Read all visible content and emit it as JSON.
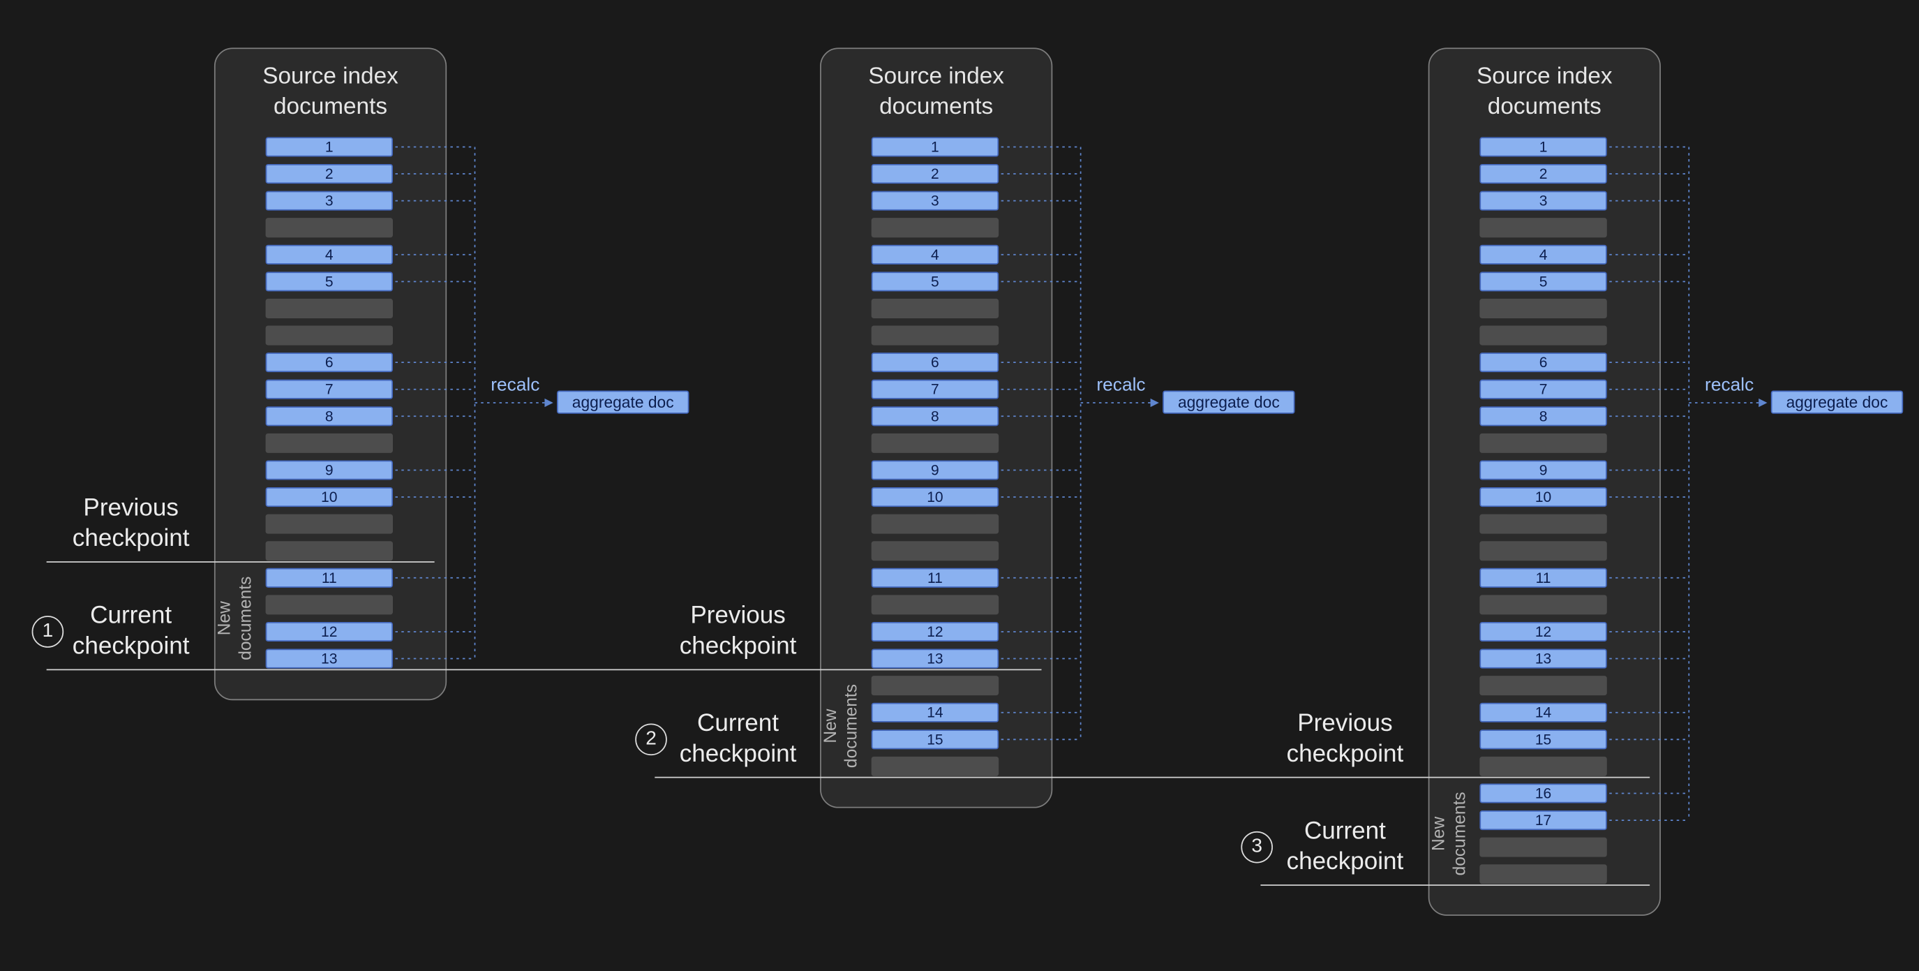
{
  "colors": {
    "background": "#1a1a1a",
    "panel_fill": "#2b2b2b",
    "panel_border": "#7d7d7d",
    "doc_fill": "#8ab1f0",
    "doc_border": "#4468bd",
    "doc_text": "#0c1e4e",
    "gap_fill": "#4d4d4d",
    "title_text": "#e6e6e6",
    "muted_text": "#b3b3b3",
    "label_text": "#ececec",
    "checkpoint_line": "#d2d2d2",
    "connector_color": "#5f86cf",
    "recalc_text": "#9dc0f9"
  },
  "panels": [
    {
      "title": "Source index documents",
      "new_documents_label": "New documents",
      "recalc_label": "recalc",
      "aggregate_label": "aggregate doc",
      "rows": [
        "1",
        "2",
        "3",
        null,
        "4",
        "5",
        null,
        null,
        "6",
        "7",
        "8",
        null,
        "9",
        "10",
        null,
        null,
        "11",
        null,
        "12",
        "13"
      ],
      "new_docs_start": 16
    },
    {
      "title": "Source index documents",
      "new_documents_label": "New documents",
      "recalc_label": "recalc",
      "aggregate_label": "aggregate doc",
      "rows": [
        "1",
        "2",
        "3",
        null,
        "4",
        "5",
        null,
        null,
        "6",
        "7",
        "8",
        null,
        "9",
        "10",
        null,
        null,
        "11",
        null,
        "12",
        "13",
        null,
        "14",
        "15",
        null
      ],
      "new_docs_start": 20
    },
    {
      "title": "Source index documents",
      "new_documents_label": "New documents",
      "recalc_label": "recalc",
      "aggregate_label": "aggregate doc",
      "rows": [
        "1",
        "2",
        "3",
        null,
        "4",
        "5",
        null,
        null,
        "6",
        "7",
        "8",
        null,
        "9",
        "10",
        null,
        null,
        "11",
        null,
        "12",
        "13",
        null,
        "14",
        "15",
        null,
        "16",
        "17",
        null,
        null
      ],
      "new_docs_start": 24
    }
  ],
  "checkpoints": {
    "previous_label": "Previous checkpoint",
    "current_label": "Current checkpoint",
    "markers": [
      "1",
      "2",
      "3"
    ]
  }
}
